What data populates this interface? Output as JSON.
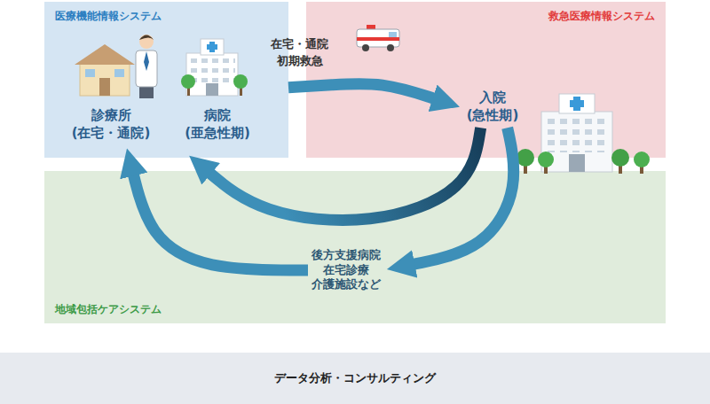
{
  "diagram": {
    "nodes": [
      {
        "text": [
          "医療機能情報システム"
        ]
      },
      {
        "text": [
          "救急医療情報システム"
        ]
      },
      {
        "text": [
          "診療所",
          "(在宅・通院)"
        ],
        "in": 0
      },
      {
        "text": [
          "病院",
          "(亜急性期)"
        ],
        "in": 0
      },
      {
        "text": [
          "入院",
          "(急性期)"
        ],
        "in": 1
      },
      {
        "text": [
          "地域包括ケアシステム"
        ]
      },
      {
        "text": [
          "後方支援病院",
          "在宅診療",
          "介護施設など"
        ],
        "in": 5
      },
      {
        "text": [
          "データ分析・コンサルティング"
        ]
      }
    ],
    "edges": [
      {
        "from": 0,
        "to": 4,
        "arrow": "to",
        "label": "在宅・通院 初期救急"
      },
      {
        "from": 4,
        "to": 6,
        "arrow": "to"
      },
      {
        "from": 4,
        "to": 3,
        "arrow": "to"
      },
      {
        "from": 6,
        "to": 2,
        "arrow": "to"
      }
    ]
  }
}
